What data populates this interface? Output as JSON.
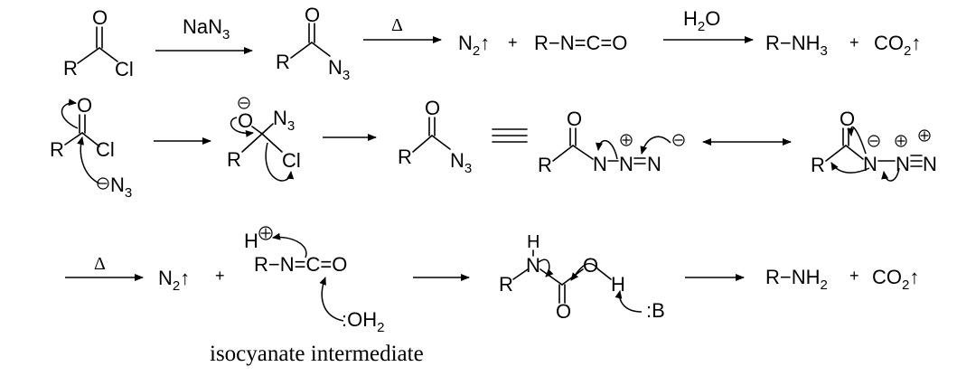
{
  "row1": {
    "reagent1": "NaN",
    "reagent1_sub": "3",
    "heat": "Δ",
    "n2": "N",
    "n2_sub": "2",
    "up": "↑",
    "plus": "+",
    "isocyanate": "R−N=C=O",
    "water_h": "H",
    "water_sub": "2",
    "water_o": "O",
    "amine": "R−NH",
    "amine_sub": "3",
    "co2": "CO",
    "co2_sub": "2"
  },
  "atoms": {
    "R": "R",
    "O": "O",
    "Cl": "Cl",
    "N": "N",
    "N3": "N",
    "N3_sub": "3",
    "H": "H",
    "OH2": ":OH",
    "OH2_sub": "2",
    "base": ":B",
    "minus": "−",
    "plusc": "+"
  },
  "row3": {
    "heat": "Δ",
    "amine": "R−NH",
    "amine_sub": "2",
    "isocyanate": "R−N=C=O",
    "caption": "isocyanate intermediate"
  }
}
